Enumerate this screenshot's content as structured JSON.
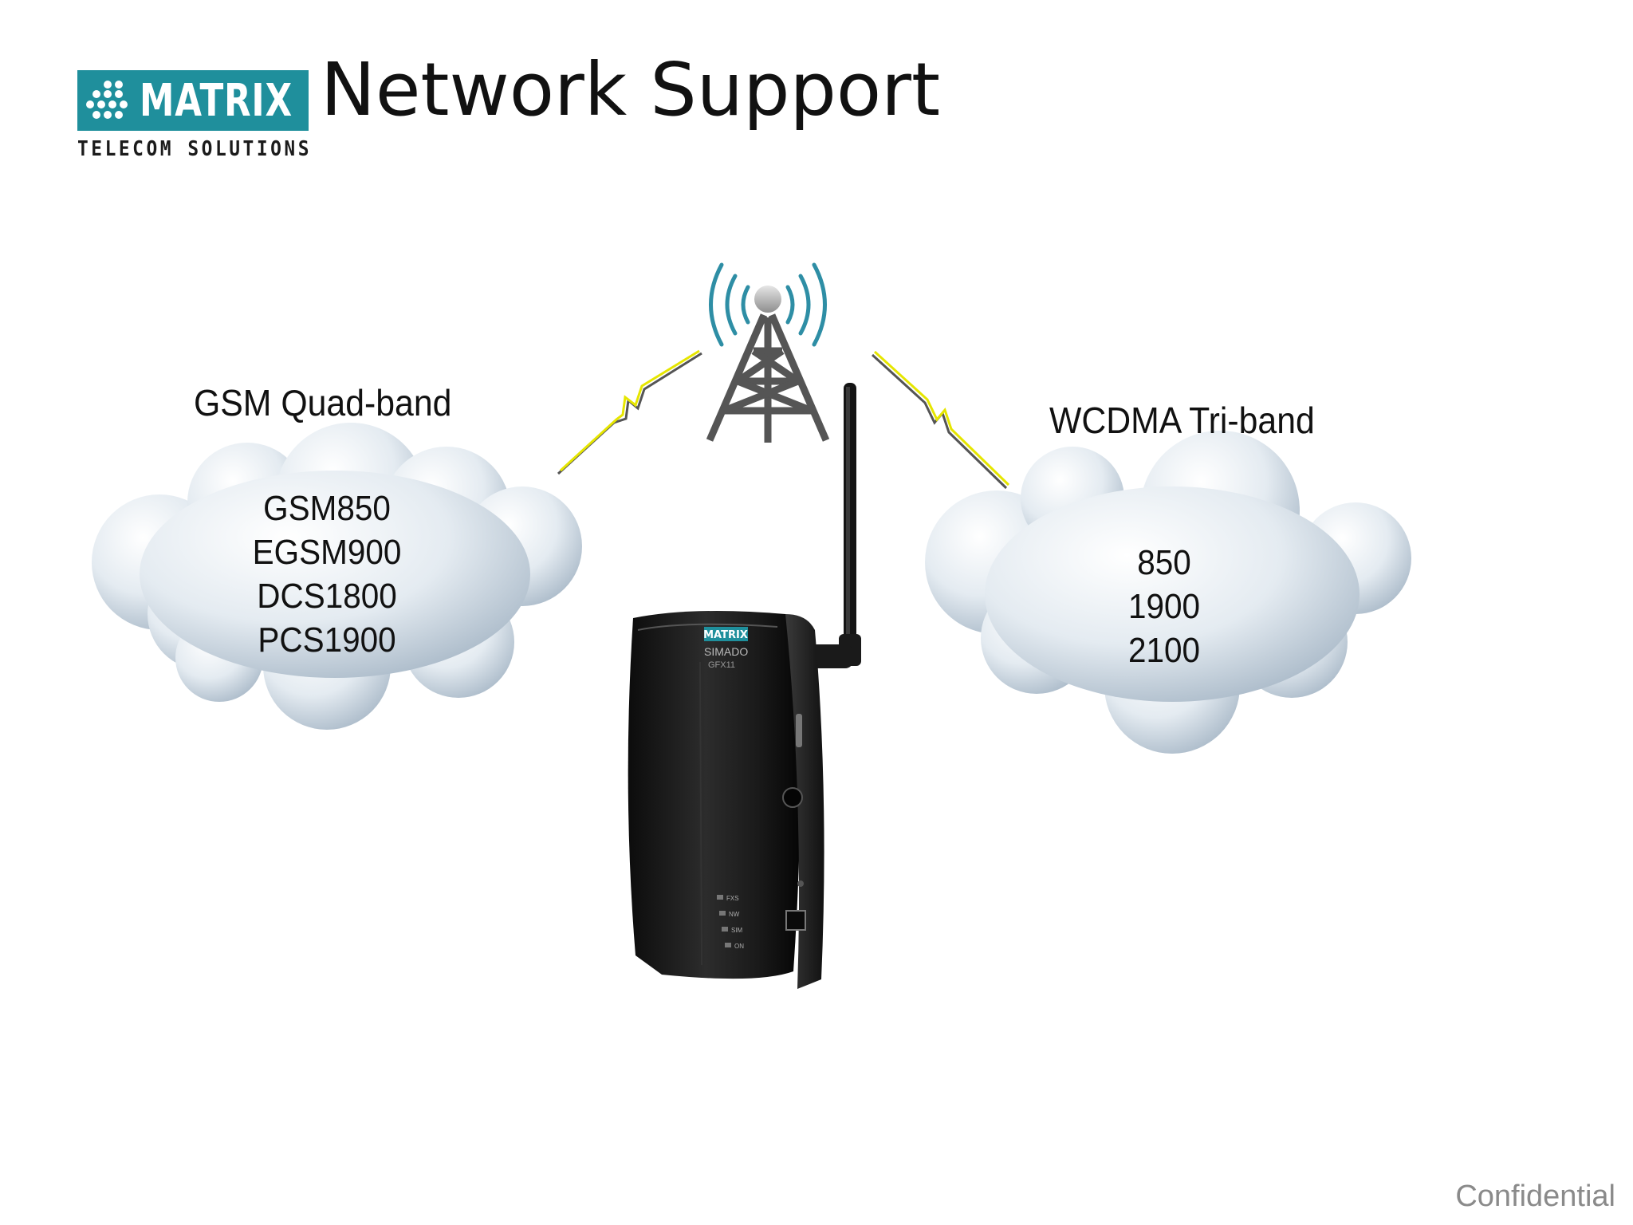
{
  "logo": {
    "brand": "MATRIX",
    "tagline": "TELECOM SOLUTIONS",
    "color": "#1f8f9c"
  },
  "title": "Network Support",
  "gsm": {
    "heading": "GSM Quad-band",
    "bands": [
      "GSM850",
      "EGSM900",
      "DCS1800",
      "PCS1900"
    ]
  },
  "wcdma": {
    "heading": "WCDMA Tri-band",
    "bands": [
      "850",
      "1900",
      "2100"
    ]
  },
  "device": {
    "brand": "MATRIX",
    "model": "SIMADO",
    "submodel": "GFX11",
    "leds": [
      "FXS",
      "NW",
      "SIM",
      "ON"
    ]
  },
  "footer": "Confidential"
}
